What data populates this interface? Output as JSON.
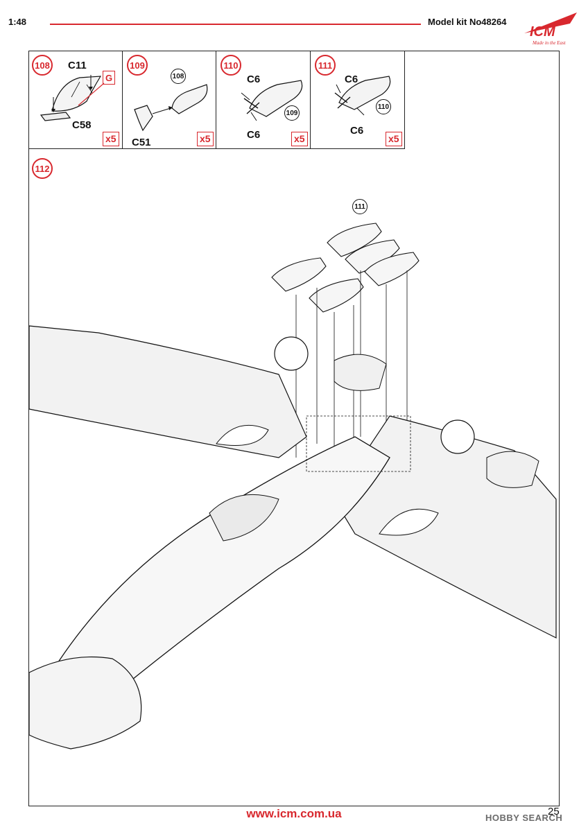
{
  "header": {
    "scale": "1:48",
    "kit": "Model kit No48264"
  },
  "brand": {
    "name": "ICM",
    "tagline": "Made in the East",
    "color": "#d8282e"
  },
  "steps": {
    "s108": {
      "number": "108",
      "parts_top": "C11",
      "parts_bottom": "C58",
      "paint": "G",
      "qty": "x5"
    },
    "s109": {
      "number": "109",
      "ref": "108",
      "part": "C51",
      "qty": "x5"
    },
    "s110": {
      "number": "110",
      "part_top": "C6",
      "part_bottom": "C6",
      "ref": "109",
      "qty": "x5"
    },
    "s111": {
      "number": "111",
      "part_top": "C6",
      "part_bottom": "C6",
      "ref": "110",
      "qty": "x5"
    },
    "s112": {
      "number": "112",
      "ref": "111"
    }
  },
  "footer": {
    "url": "www.icm.com.ua",
    "page": "25",
    "watermark": "HOBBY SEARCH"
  }
}
